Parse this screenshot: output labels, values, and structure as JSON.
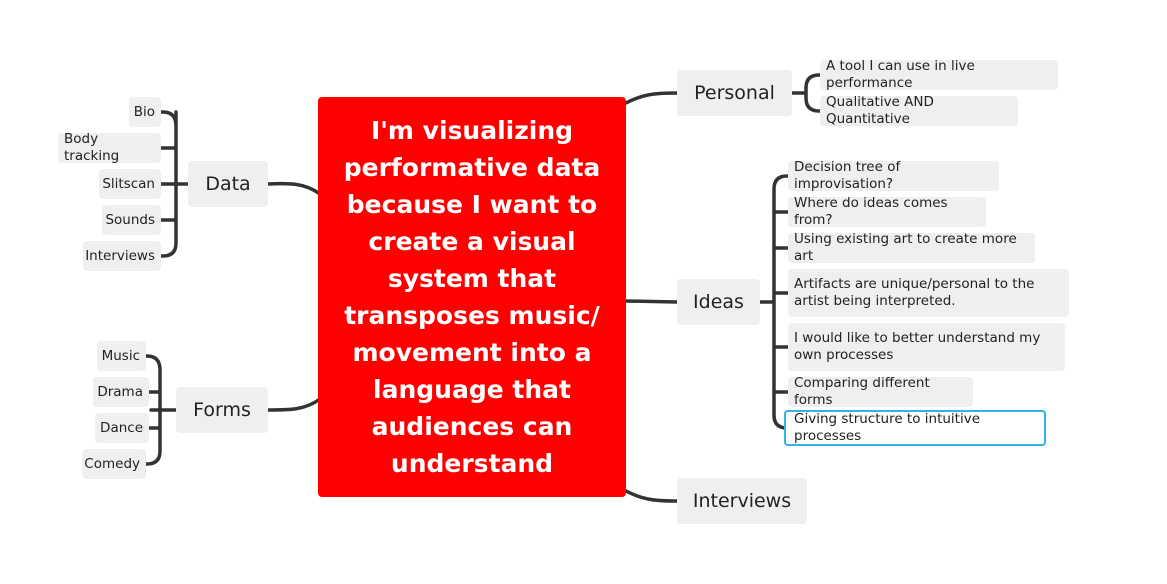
{
  "central": {
    "text": "I'm visualizing performative data because I want to create a visual system that transposes music/ movement into a language that audiences can understand",
    "color": "#ff0000"
  },
  "branches": {
    "data": {
      "label": "Data",
      "items": [
        "Bio",
        "Body tracking",
        "Slitscan",
        "Sounds",
        "Interviews"
      ]
    },
    "forms": {
      "label": "Forms",
      "items": [
        "Music",
        "Drama",
        "Dance",
        "Comedy"
      ]
    },
    "personal": {
      "label": "Personal",
      "items": [
        "A tool I can use in live performance",
        "Qualitative AND Quantitative"
      ]
    },
    "ideas": {
      "label": "Ideas",
      "items": [
        "Decision tree of improvisation?",
        "Where do ideas comes from?",
        "Using existing art to create more art",
        "Artifacts are unique/personal to the artist being interpreted.",
        "I would like to better understand my own processes",
        "Comparing different forms",
        "Giving structure to intuitive processes"
      ],
      "selected_index": 6
    },
    "interviews": {
      "label": "Interviews"
    }
  },
  "colors": {
    "connector": "#333333",
    "node_fill": "#efefef",
    "selection": "#2fb4e6"
  }
}
